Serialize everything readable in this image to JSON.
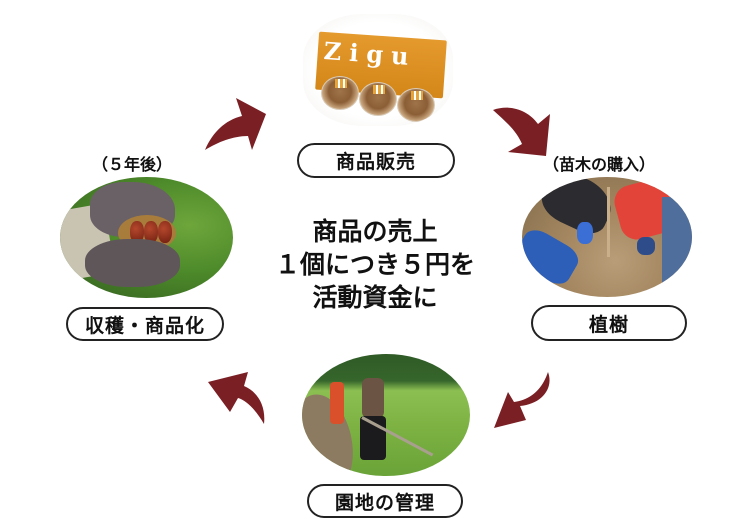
{
  "diagram": {
    "title_center": [
      "商品の売上",
      "１個につき５円を",
      "活動資金に"
    ],
    "nodes": {
      "sales": {
        "label": "商品販売",
        "photo": "product-photo"
      },
      "planting": {
        "note": "（苗木の購入）",
        "label": "植樹",
        "photo": "planting-photo"
      },
      "management": {
        "label": "園地の管理",
        "photo": "management-photo"
      },
      "harvest": {
        "note": "（５年後）",
        "label": "収穫・商品化",
        "photo": "harvest-photo"
      }
    },
    "product_box_text": "Zigu",
    "arrow_color": "#7a1f24",
    "cycle_order": [
      "商品販売",
      "植樹",
      "園地の管理",
      "収穫・商品化"
    ]
  }
}
